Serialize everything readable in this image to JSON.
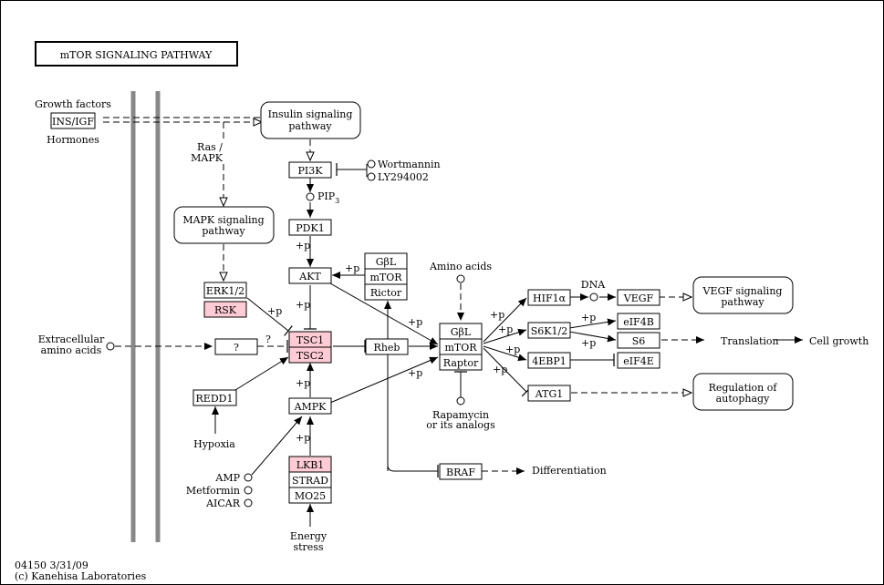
{
  "title": "mTOR SIGNALING PATHWAY",
  "footer": {
    "id_date": "04150 3/31/09",
    "copyright": "(c) Kanehisa Laboratories"
  },
  "highlight_color": "#ffccd5",
  "genes": {
    "ins_igf": "INS/IGF",
    "erk": "ERK1/2",
    "rsk": "RSK",
    "pi3k": "PI3K",
    "pdk1": "PDK1",
    "akt": "AKT",
    "tsc1": "TSC1",
    "tsc2": "TSC2",
    "unknown": "?",
    "redd1": "REDD1",
    "ampk": "AMPK",
    "lkb1": "LKB1",
    "strad": "STRAD",
    "mo25": "MO25",
    "gbl_1": "GβL",
    "mtor_1": "mTOR",
    "rictor": "Rictor",
    "rheb": "Rheb",
    "gbl_2": "GβL",
    "mtor_2": "mTOR",
    "raptor": "Raptor",
    "hif1a": "HIF1α",
    "vegf": "VEGF",
    "s6k": "S6K1/2",
    "eif4b": "eIF4B",
    "s6": "S6",
    "ebp1": "4EBP1",
    "eif4e": "eIF4E",
    "atg1": "ATG1",
    "braf": "BRAF"
  },
  "pathways": {
    "insulin": [
      "Insulin signaling",
      "pathway"
    ],
    "mapk": [
      "MAPK signaling",
      "pathway"
    ],
    "vegf": [
      "VEGF signaling",
      "pathway"
    ],
    "autophagy": [
      "Regulation of",
      "autophagy"
    ]
  },
  "labels": {
    "growth_factors": "Growth factors",
    "hormones": "Hormones",
    "ras": "Ras /",
    "mapk_lbl": "MAPK",
    "wortmannin": "Wortmannin",
    "ly": "LY294002",
    "pip": "PIP",
    "pip_sub": "3",
    "extracellular_1": "Extracellular",
    "extracellular_2": "amino acids",
    "q": "?",
    "hypoxia": "Hypoxia",
    "amp": "AMP",
    "metformin": "Metformin",
    "aicar": "AICAR",
    "energy_1": "Energy",
    "energy_2": "stress",
    "amino_acids": "Amino acids",
    "rapamycin_1": "Rapamycin",
    "rapamycin_2": "or its analogs",
    "dna": "DNA",
    "translation": "Translation",
    "cell_growth": "Cell growth",
    "differentiation": "Differentiation",
    "plus_p": "+p"
  }
}
